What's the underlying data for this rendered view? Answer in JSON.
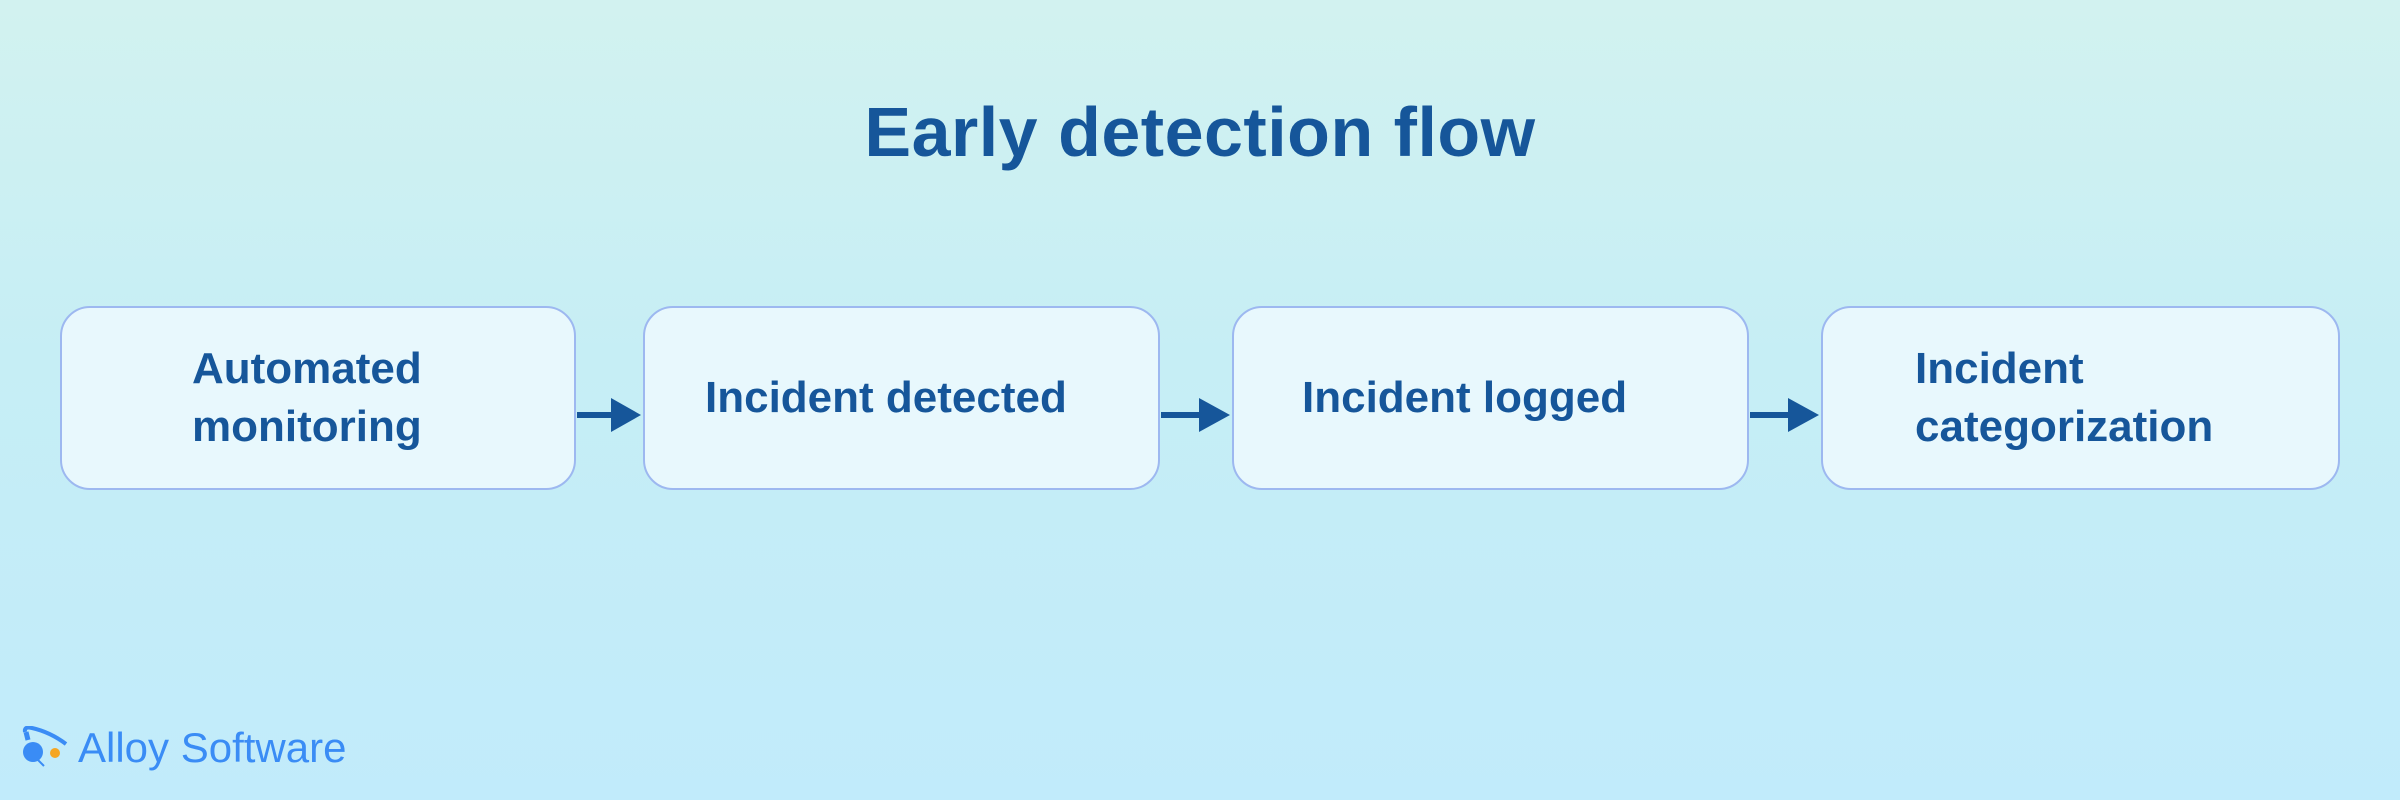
{
  "title": "Early detection flow",
  "steps": [
    {
      "label": "Automated\nmonitoring"
    },
    {
      "label": "Incident detected"
    },
    {
      "label": "Incident logged"
    },
    {
      "label": "Incident\ncategorization"
    }
  ],
  "logo": {
    "text": "Alloy Software"
  },
  "colors": {
    "primary": "#16569a",
    "box_border": "#9db8f0",
    "logo_blue": "#3a8cf5",
    "logo_orange": "#f5a623"
  }
}
